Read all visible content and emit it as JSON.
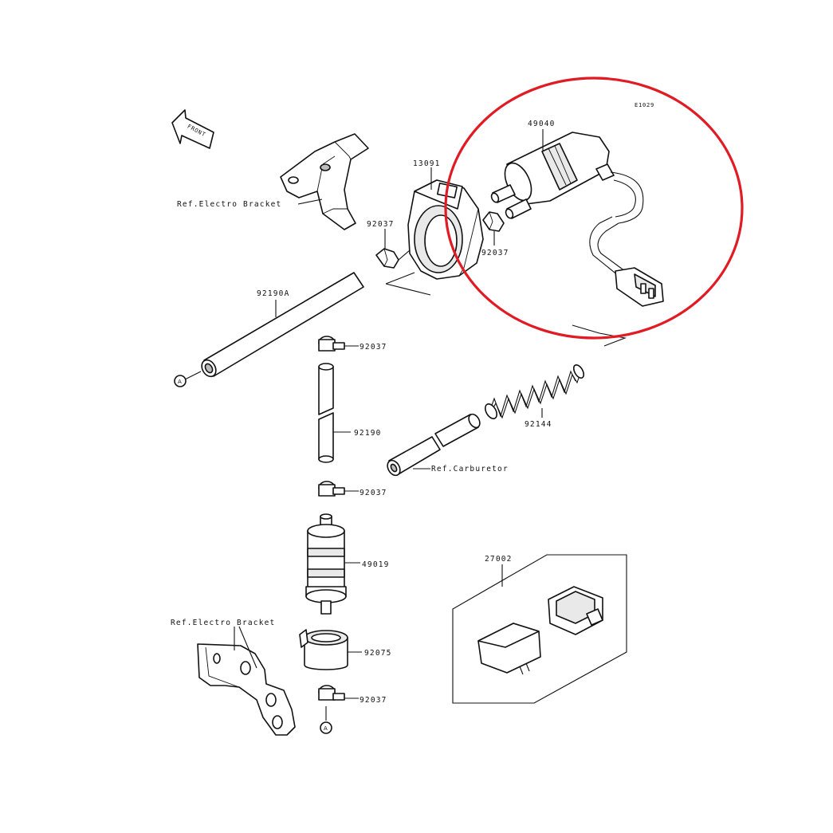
{
  "diagram": {
    "code": "E1029",
    "front_label": "FRONT",
    "highlight_color": "#e01b24",
    "labels": {
      "fuel_pump": "49040",
      "pump_bracket": "13091",
      "clamp_upper_left": "92037",
      "clamp_upper_right": "92037",
      "ref_electro_bracket_top": "Ref.Electro Bracket",
      "hose_long": "92190A",
      "clamp_mid_1": "92037",
      "hose_mid": "92190",
      "clamp_mid_2": "92037",
      "spring": "92144",
      "ref_carburetor": "Ref.Carburetor",
      "fuel_filter": "49019",
      "filter_holder": "92075",
      "clamp_bottom": "92037",
      "ref_electro_bracket_bottom": "Ref.Electro Bracket",
      "relay_kit": "27002",
      "marker_a_left": "A",
      "marker_a_bottom": "A"
    }
  }
}
